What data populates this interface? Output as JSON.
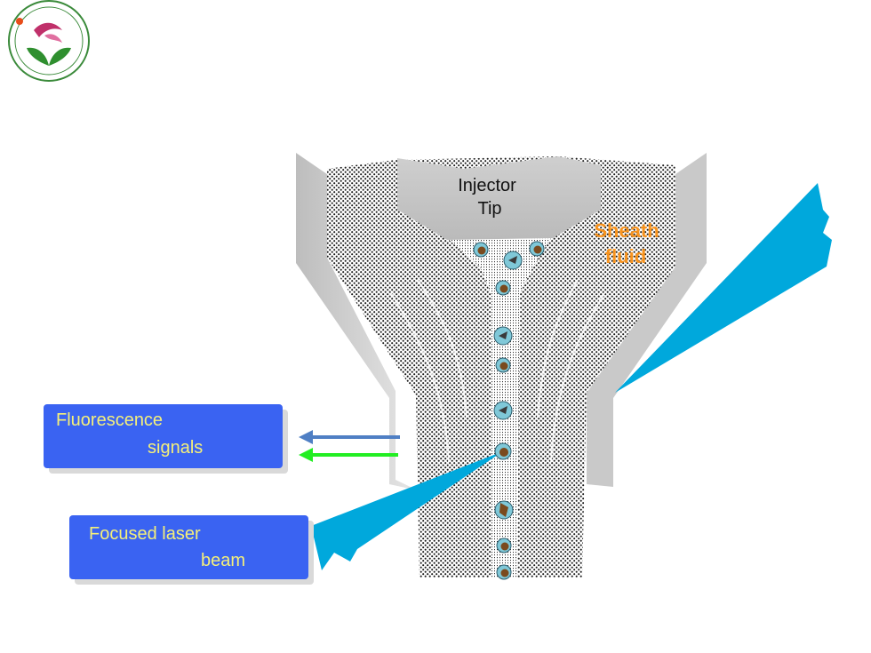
{
  "diagram": {
    "injector_label_line1": "Injector",
    "injector_label_line2": "Tip",
    "sheath_label_line1": "Sheath",
    "sheath_label_line2": "fluid",
    "fluorescence_label_line1": "Fluorescence",
    "fluorescence_label_line2": "signals",
    "laser_label_line1": "Focused laser",
    "laser_label_line2": "beam"
  },
  "colors": {
    "chamber_wall": "#c8c8c8",
    "laser_beam": "#00a8dc",
    "label_box": "#3a63f2",
    "label_text": "#f5f07a",
    "sheath_text": "#f7931e",
    "signal_arrow_blue": "#4f7fc4",
    "signal_arrow_green": "#22ee22",
    "cell_body": "#7fc8d8",
    "cell_nucleus": "#7a4a1e"
  },
  "icons": {
    "logo": "institution-logo-icon"
  }
}
